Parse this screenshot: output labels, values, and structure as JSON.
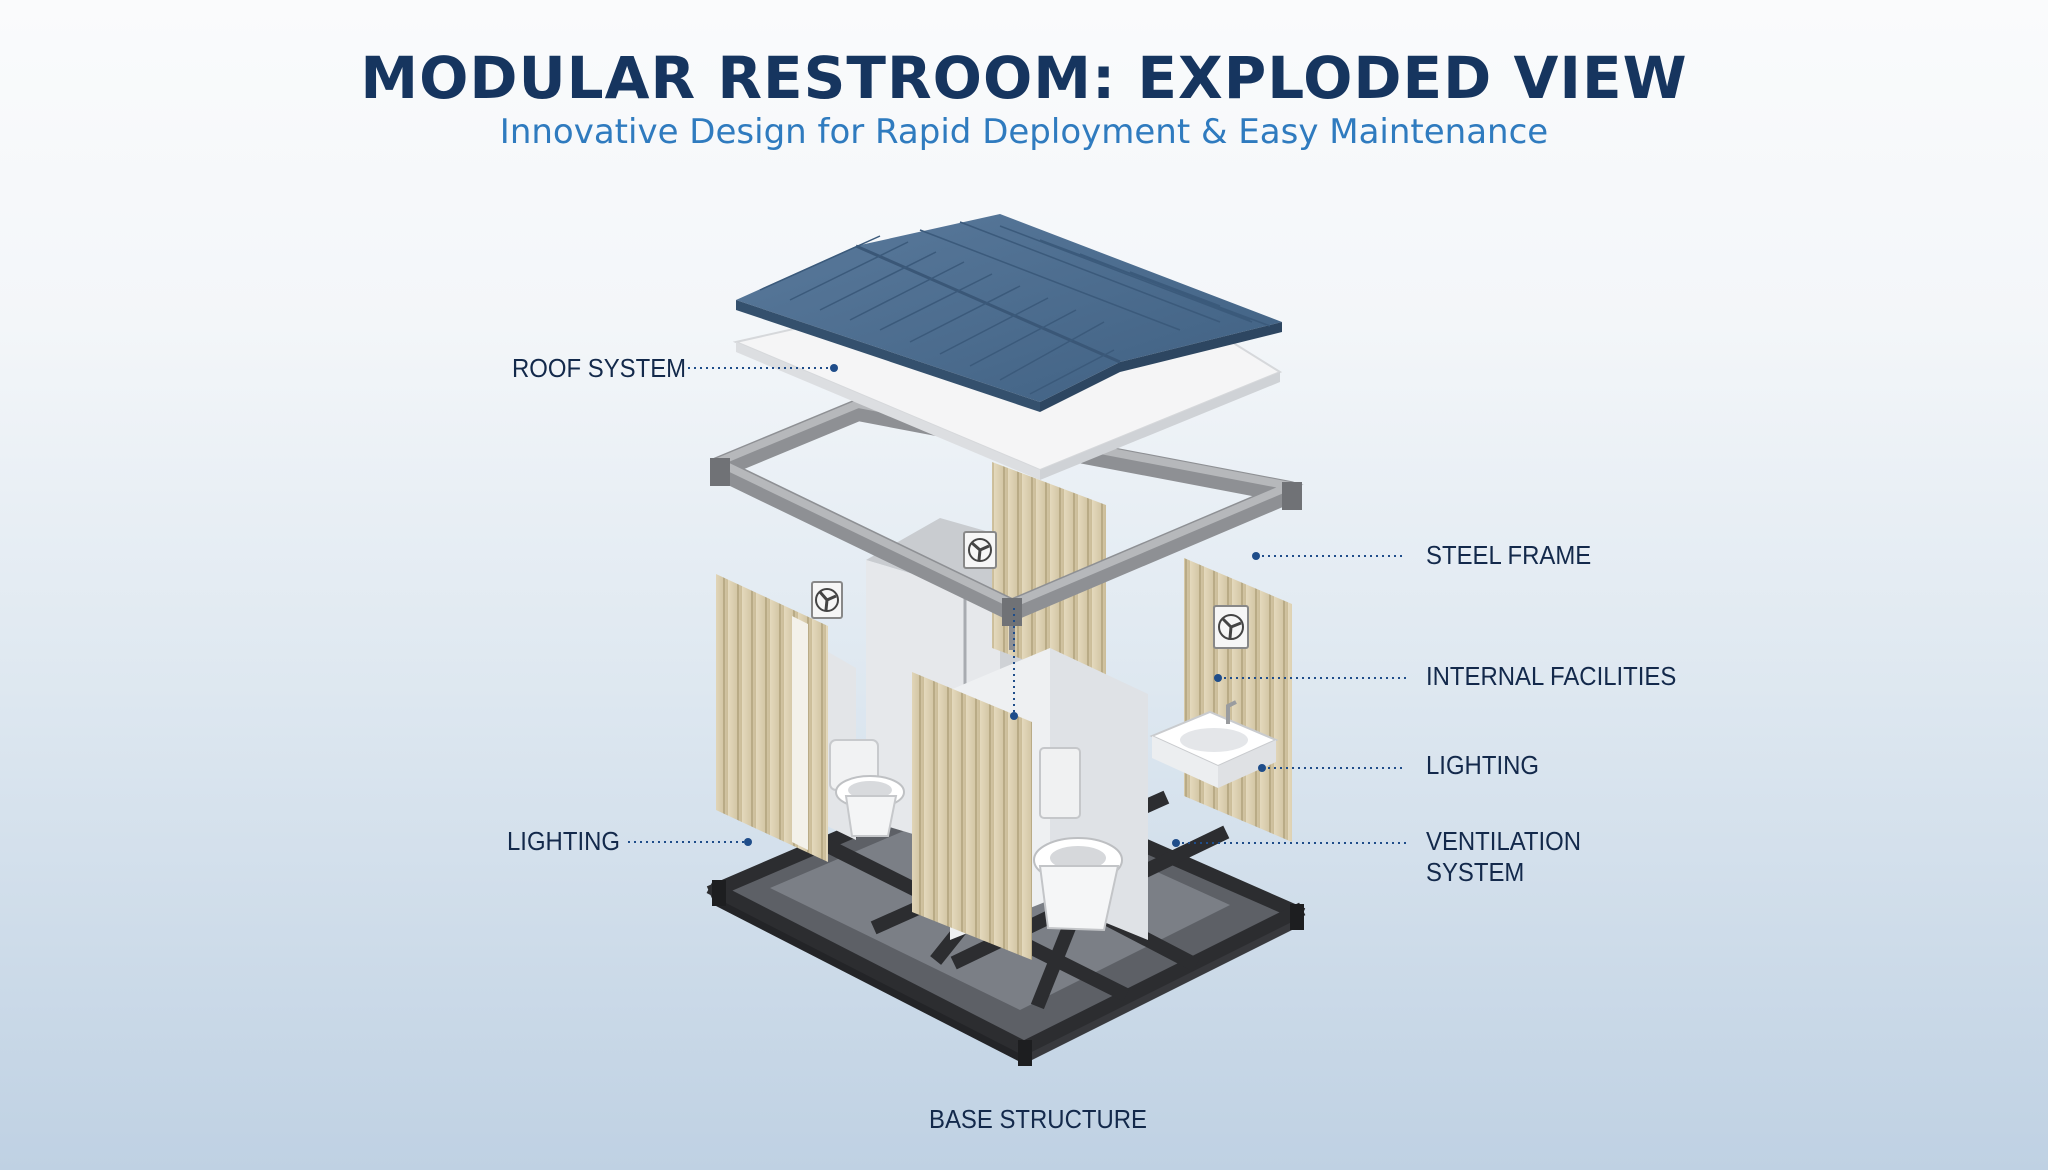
{
  "header": {
    "title": "MODULAR RESTROOM: EXPLODED VIEW",
    "subtitle": "Innovative Design for Rapid Deployment & Easy Maintenance"
  },
  "labels": {
    "roof_system": "ROOF SYSTEM",
    "steel_frame": "STEEL FRAME",
    "internal_facilities": "INTERNAL FACILITIES",
    "lighting_right": "LIGHTING",
    "ventilation_line1": "VENTILATION",
    "ventilation_line2": "SYSTEM",
    "lighting_left": "LIGHTING",
    "base_structure": "BASE STRUCTURE"
  },
  "colors": {
    "title": "#16355f",
    "subtitle": "#2f7bbf",
    "roof": "#4d6d8f",
    "frame": "#9a9c9f",
    "base": "#2c2d30",
    "panel": "#d9ccac",
    "leader": "#1f4d8a"
  }
}
